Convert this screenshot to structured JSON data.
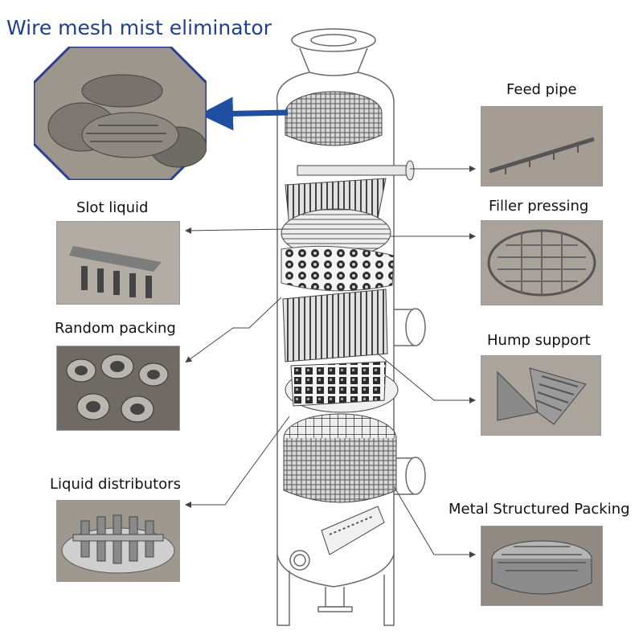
{
  "title": "Wire mesh mist eliminator",
  "labels": {
    "feed_pipe": "Feed pipe",
    "slot_liquid": "Slot liquid",
    "filler_pressing": "Filler pressing",
    "random_packing": "Random packing",
    "hump_support": "Hump support",
    "liquid_distributors": "Liquid distributors",
    "metal_structured_packing": "Metal Structured Packing"
  },
  "colors": {
    "title": "#1f3f8f",
    "arrow_blue": "#1f4fa0",
    "leader": "#444444",
    "tower_line": "#6a6a6a",
    "photo_bg": "#a8a29a"
  }
}
